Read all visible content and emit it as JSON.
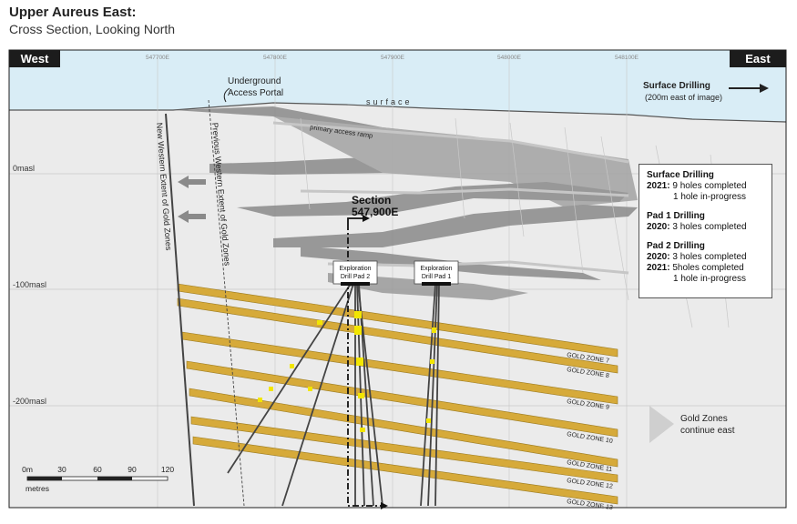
{
  "title": "Upper Aureus East:",
  "subtitle": "Cross Section, Looking North",
  "labels": {
    "west": "West",
    "east": "East",
    "underground": "Underground",
    "access_portal": "Access Portal",
    "surface": "surface",
    "ramp": "primary access ramp",
    "surface_drilling": "Surface Drilling",
    "surface_drilling_note": "(200m east of image)",
    "new_extent": "New Western Extent of Gold Zones",
    "prev_extent": "Previous Western Extent of Gold Zones",
    "section": "Section",
    "section_value": "547,900E",
    "pad2_line1": "Exploration",
    "pad2_line2": "Drill Pad 2",
    "pad1_line1": "Exploration",
    "pad1_line2": "Drill Pad 1",
    "continue_line1": "Gold Zones",
    "continue_line2": "continue east",
    "scale_unit": "metres"
  },
  "eastings": [
    "547700E",
    "547800E",
    "547900E",
    "548000E",
    "548100E"
  ],
  "elevations": [
    "0masl",
    "-100masl",
    "-200masl"
  ],
  "gold_zones": [
    "GOLD ZONE 7",
    "GOLD ZONE 8",
    "GOLD ZONE 9",
    "GOLD ZONE 10",
    "GOLD ZONE 11",
    "GOLD ZONE 12",
    "GOLD ZONE 13"
  ],
  "scale": [
    "0m",
    "30",
    "60",
    "90",
    "120"
  ],
  "drilling": {
    "surface_title": "Surface Drilling",
    "surface_2021_year": "2021:",
    "surface_2021_line1": "9 holes completed",
    "surface_2021_line2": "1 hole in-progress",
    "pad1_title": "Pad 1 Drilling",
    "pad1_2020_year": "2020:",
    "pad1_2020_line1": "3 holes completed",
    "pad2_title": "Pad 2 Drilling",
    "pad2_2020_year": "2020:",
    "pad2_2020_line1": "3 holes completed",
    "pad2_2021_year": "2021:",
    "pad2_2021_line1": "5holes completed",
    "pad2_2021_line2": "1 hole in-progress"
  },
  "colors": {
    "sky": "#d9edf6",
    "rock": "#ebebeb",
    "workings": "#8a8a8a",
    "gold_zone": "#d6aa3a",
    "gold_intercept": "#f2e600",
    "frame": "#1c1c1c"
  }
}
